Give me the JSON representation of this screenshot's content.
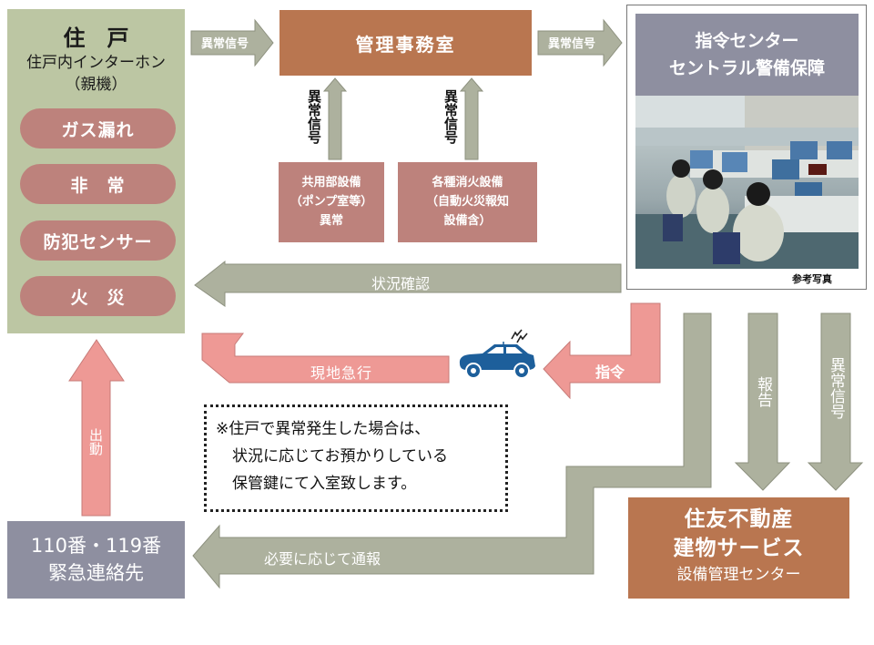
{
  "residence": {
    "title": "住　戸",
    "subtitle": "住戸内インターホン",
    "subtitle2": "（親機）",
    "alerts": [
      "ガス漏れ",
      "非　常",
      "防犯センサー",
      "火　災"
    ]
  },
  "management_office": {
    "title": "管理事務室"
  },
  "command_center": {
    "line1": "指令センター",
    "line2": "セントラル警備保障",
    "photo_caption": "参考写真"
  },
  "common_equipment": {
    "line1": "共用部設備",
    "line2": "（ポンプ室等）",
    "line3": "異常"
  },
  "fire_equipment": {
    "line1": "各種消火設備",
    "line2": "（自動火災報知",
    "line3": "設備含）"
  },
  "emergency": {
    "line1": "110番・119番",
    "line2": "緊急連絡先"
  },
  "sumitomo": {
    "line1": "住友不動産",
    "line2": "建物サービス",
    "line3": "設備管理センター"
  },
  "arrows": {
    "residence_to_office": "異常信号",
    "office_to_center": "異常信号",
    "common_to_office": "異常信号",
    "fire_to_office": "異常信号",
    "status_check": "状況確認",
    "command": "指令",
    "rush": "現地急行",
    "dispatch": "出動",
    "notify": "必要に応じて通報",
    "report": "報告",
    "abnormal_signal": "異常信号"
  },
  "note": {
    "line1": "※住戸で異常発生した場合は、",
    "line2": "状況に応じてお預かりしている",
    "line3": "保管鍵にて入室致します。"
  },
  "colors": {
    "green_box": "#bcc6a3",
    "pill": "#bd827c",
    "orange_box": "#b97650",
    "rose_box": "#bd827c",
    "slate_box": "#8e8fa0",
    "gray_arrow": "#adb19e",
    "pink_arrow": "#ee9995",
    "car": "#1d5f9b"
  }
}
